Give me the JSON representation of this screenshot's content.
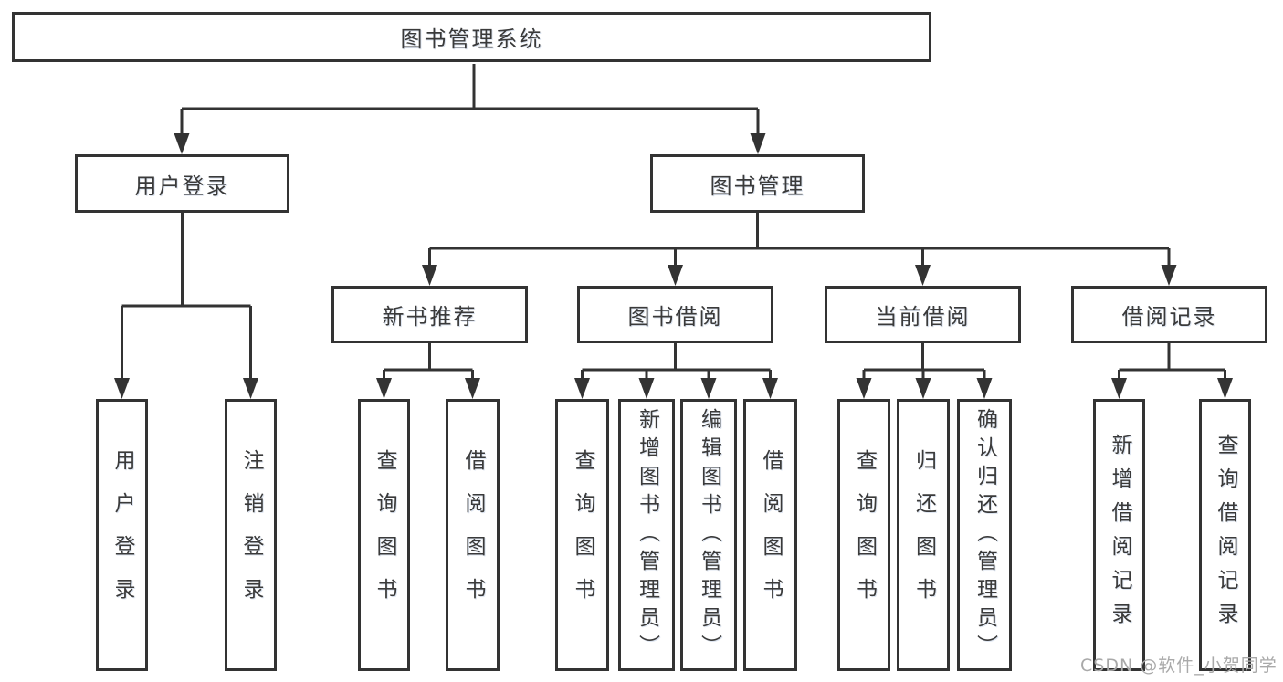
{
  "nodes": {
    "root": "图书管理系统",
    "user_login": "用户登录",
    "book_management": "图书管理",
    "new_book_recommend": "新书推荐",
    "book_borrow": "图书借阅",
    "current_borrow": "当前借阅",
    "borrow_records": "借阅记录",
    "user_login_children": [
      "用户登录",
      "注销登录"
    ],
    "new_book_children": [
      "查询图书",
      "借阅图书"
    ],
    "book_borrow_children": [
      "查询图书",
      "新增图书（管理员）",
      "编辑图书（管理员）",
      "借阅图书"
    ],
    "current_borrow_children": [
      "查询图书",
      "归还图书",
      "确认归还（管理员）"
    ],
    "records_children": [
      "新增借阅记录",
      "查询借阅记录"
    ]
  },
  "watermark": "CSDN @软件_小贺同学",
  "colors": {
    "line": "#333333",
    "box_border": "#333333",
    "box_fill": "#ffffff",
    "text": "#3a3a3a",
    "watermark": "#a9a9a9",
    "background": "#ffffff"
  }
}
